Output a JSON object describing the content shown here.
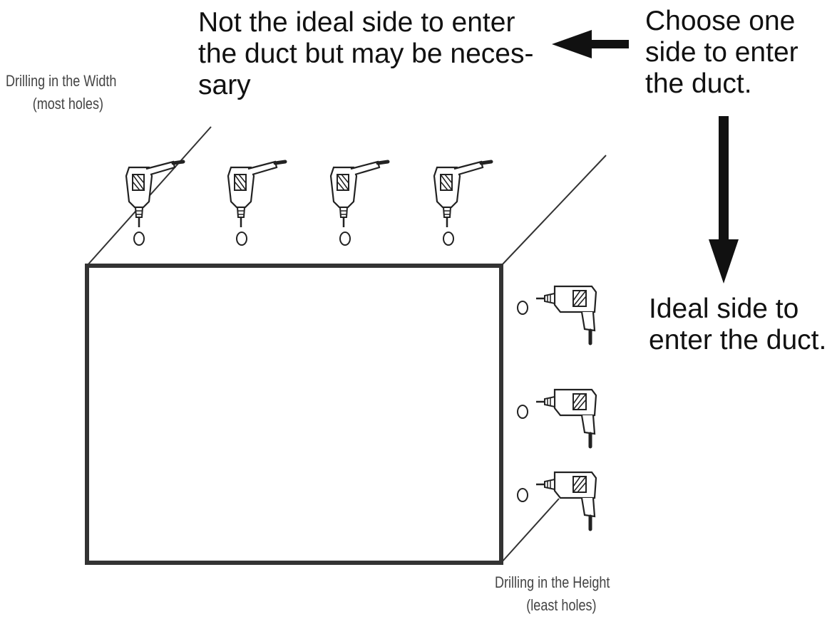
{
  "labels": {
    "width_title": "Drilling in the  Width",
    "width_sub": "(most holes)",
    "height_title": "Drilling in the  Height",
    "height_sub": "(least holes)",
    "not_ideal": [
      "Not the ideal side to enter",
      "the duct but may be neces-",
      "sary"
    ],
    "choose": [
      "Choose one",
      "side to enter",
      "the duct."
    ],
    "ideal": [
      "Ideal side to",
      "enter the duct."
    ]
  },
  "diagram": {
    "top_drill_count": 4,
    "side_drill_count": 3,
    "top_hole_count": 4,
    "side_hole_count": 3,
    "line_color": "#333333",
    "arrow_color": "#111111",
    "icons": [
      "drill-icon",
      "hole-circle",
      "arrow-left",
      "arrow-down"
    ]
  }
}
